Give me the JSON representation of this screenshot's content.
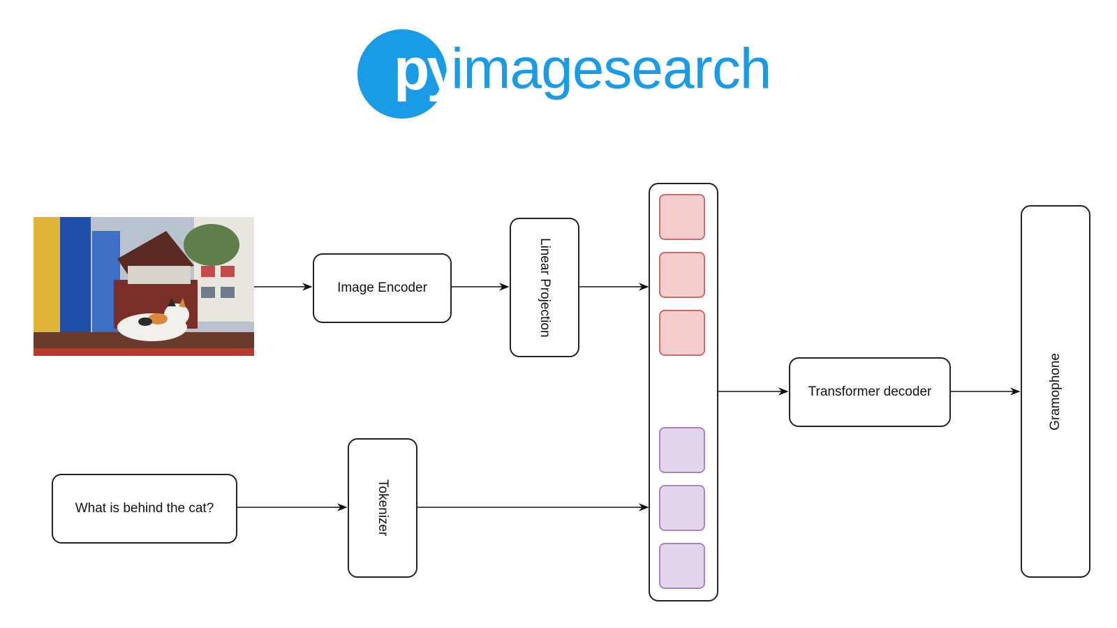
{
  "logo": {
    "py": "py",
    "rest": "imagesearch",
    "color": "#1a9be6"
  },
  "input_image": {
    "description_icon": "cat-photo"
  },
  "nodes": {
    "image_encoder": "Image Encoder",
    "linear_projection": "Linear Projection",
    "question": "What is behind the cat?",
    "tokenizer": "Tokenizer",
    "transformer_decoder": "Transformer decoder",
    "output": "Gramophone"
  },
  "colors": {
    "image_token_fill": "#f6cdcd",
    "image_token_border": "#cf6a6a",
    "text_token_fill": "#e3d6ec",
    "text_token_border": "#a685c0"
  },
  "sequence": {
    "image_tokens": 3,
    "text_tokens": 3
  }
}
